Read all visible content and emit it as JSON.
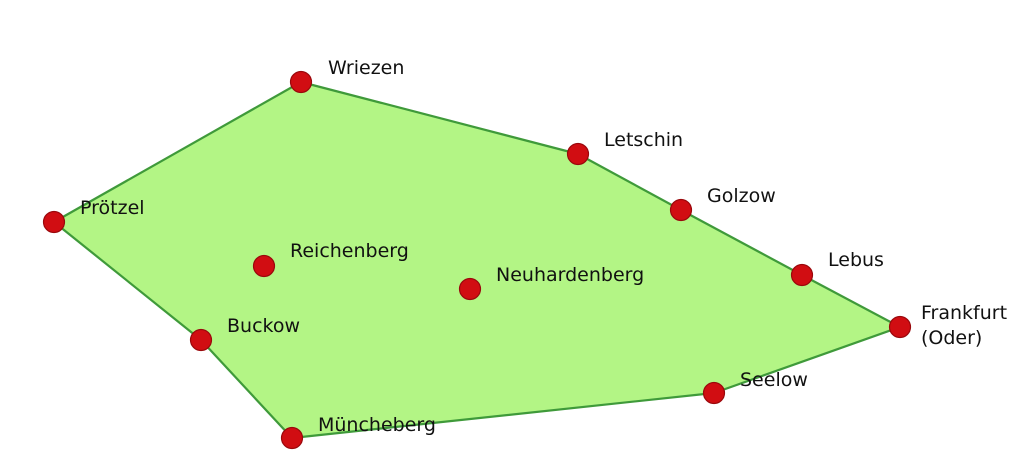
{
  "diagram": {
    "style": {
      "region_fill": "#b3f585",
      "region_stroke": "#3f9a3a",
      "node_fill": "#d10d12",
      "node_stroke": "#9a080c",
      "label_color": "#111111",
      "background": "#ffffff"
    },
    "towns": [
      {
        "id": "wriezen",
        "label_lines": [
          "Wriezen"
        ]
      },
      {
        "id": "letschin",
        "label_lines": [
          "Letschin"
        ]
      },
      {
        "id": "golzow",
        "label_lines": [
          "Golzow"
        ]
      },
      {
        "id": "lebus",
        "label_lines": [
          "Lebus"
        ]
      },
      {
        "id": "frankfurt-oder",
        "label_lines": [
          "Frankfurt",
          "(Oder)"
        ]
      },
      {
        "id": "seelow",
        "label_lines": [
          "Seelow"
        ]
      },
      {
        "id": "muencheberg",
        "label_lines": [
          "Müncheberg"
        ]
      },
      {
        "id": "buckow",
        "label_lines": [
          "Buckow"
        ]
      },
      {
        "id": "proetzel",
        "label_lines": [
          "Prötzel"
        ]
      },
      {
        "id": "reichenberg",
        "label_lines": [
          "Reichenberg"
        ]
      },
      {
        "id": "neuhardenberg",
        "label_lines": [
          "Neuhardenberg"
        ]
      }
    ],
    "boundary_order": [
      "wriezen",
      "letschin",
      "golzow",
      "lebus",
      "frankfurt-oder",
      "seelow",
      "muencheberg",
      "buckow",
      "proetzel"
    ]
  }
}
